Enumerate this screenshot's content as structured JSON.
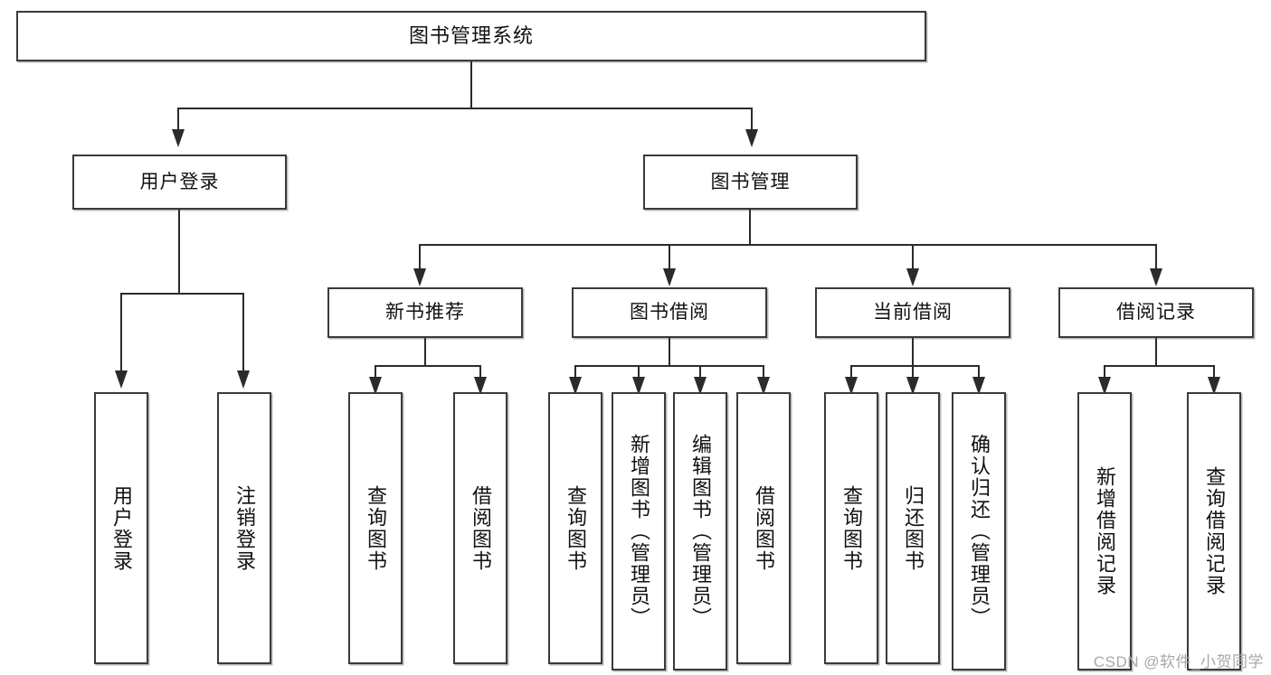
{
  "diagram": {
    "type": "tree-hierarchy",
    "title": "图书管理系统",
    "root": {
      "label": "图书管理系统"
    },
    "level2": [
      {
        "label": "用户登录"
      },
      {
        "label": "图书管理"
      }
    ],
    "level3": [
      {
        "label": "新书推荐"
      },
      {
        "label": "图书借阅"
      },
      {
        "label": "当前借阅"
      },
      {
        "label": "借阅记录"
      }
    ],
    "leaves": {
      "user_login": [
        {
          "label": "用户登录"
        },
        {
          "label": "注销登录"
        }
      ],
      "new_book_recommend": [
        {
          "label": "查询图书"
        },
        {
          "label": "借阅图书"
        }
      ],
      "book_borrow": [
        {
          "label": "查询图书"
        },
        {
          "label": "新增图书（管理员）"
        },
        {
          "label": "编辑图书（管理员）"
        },
        {
          "label": "借阅图书"
        }
      ],
      "current_borrow": [
        {
          "label": "查询图书"
        },
        {
          "label": "归还图书"
        },
        {
          "label": "确认归还（管理员）"
        }
      ],
      "borrow_record": [
        {
          "label": "新增借阅记录"
        },
        {
          "label": "查询借阅记录"
        }
      ]
    }
  },
  "watermark": {
    "text": "CSDN @软件_小贺同学"
  },
  "colors": {
    "border": "#3a3a3a",
    "line": "#2b2b2b",
    "background": "#ffffff",
    "text": "#111111",
    "watermark": "#a8a8a8"
  }
}
